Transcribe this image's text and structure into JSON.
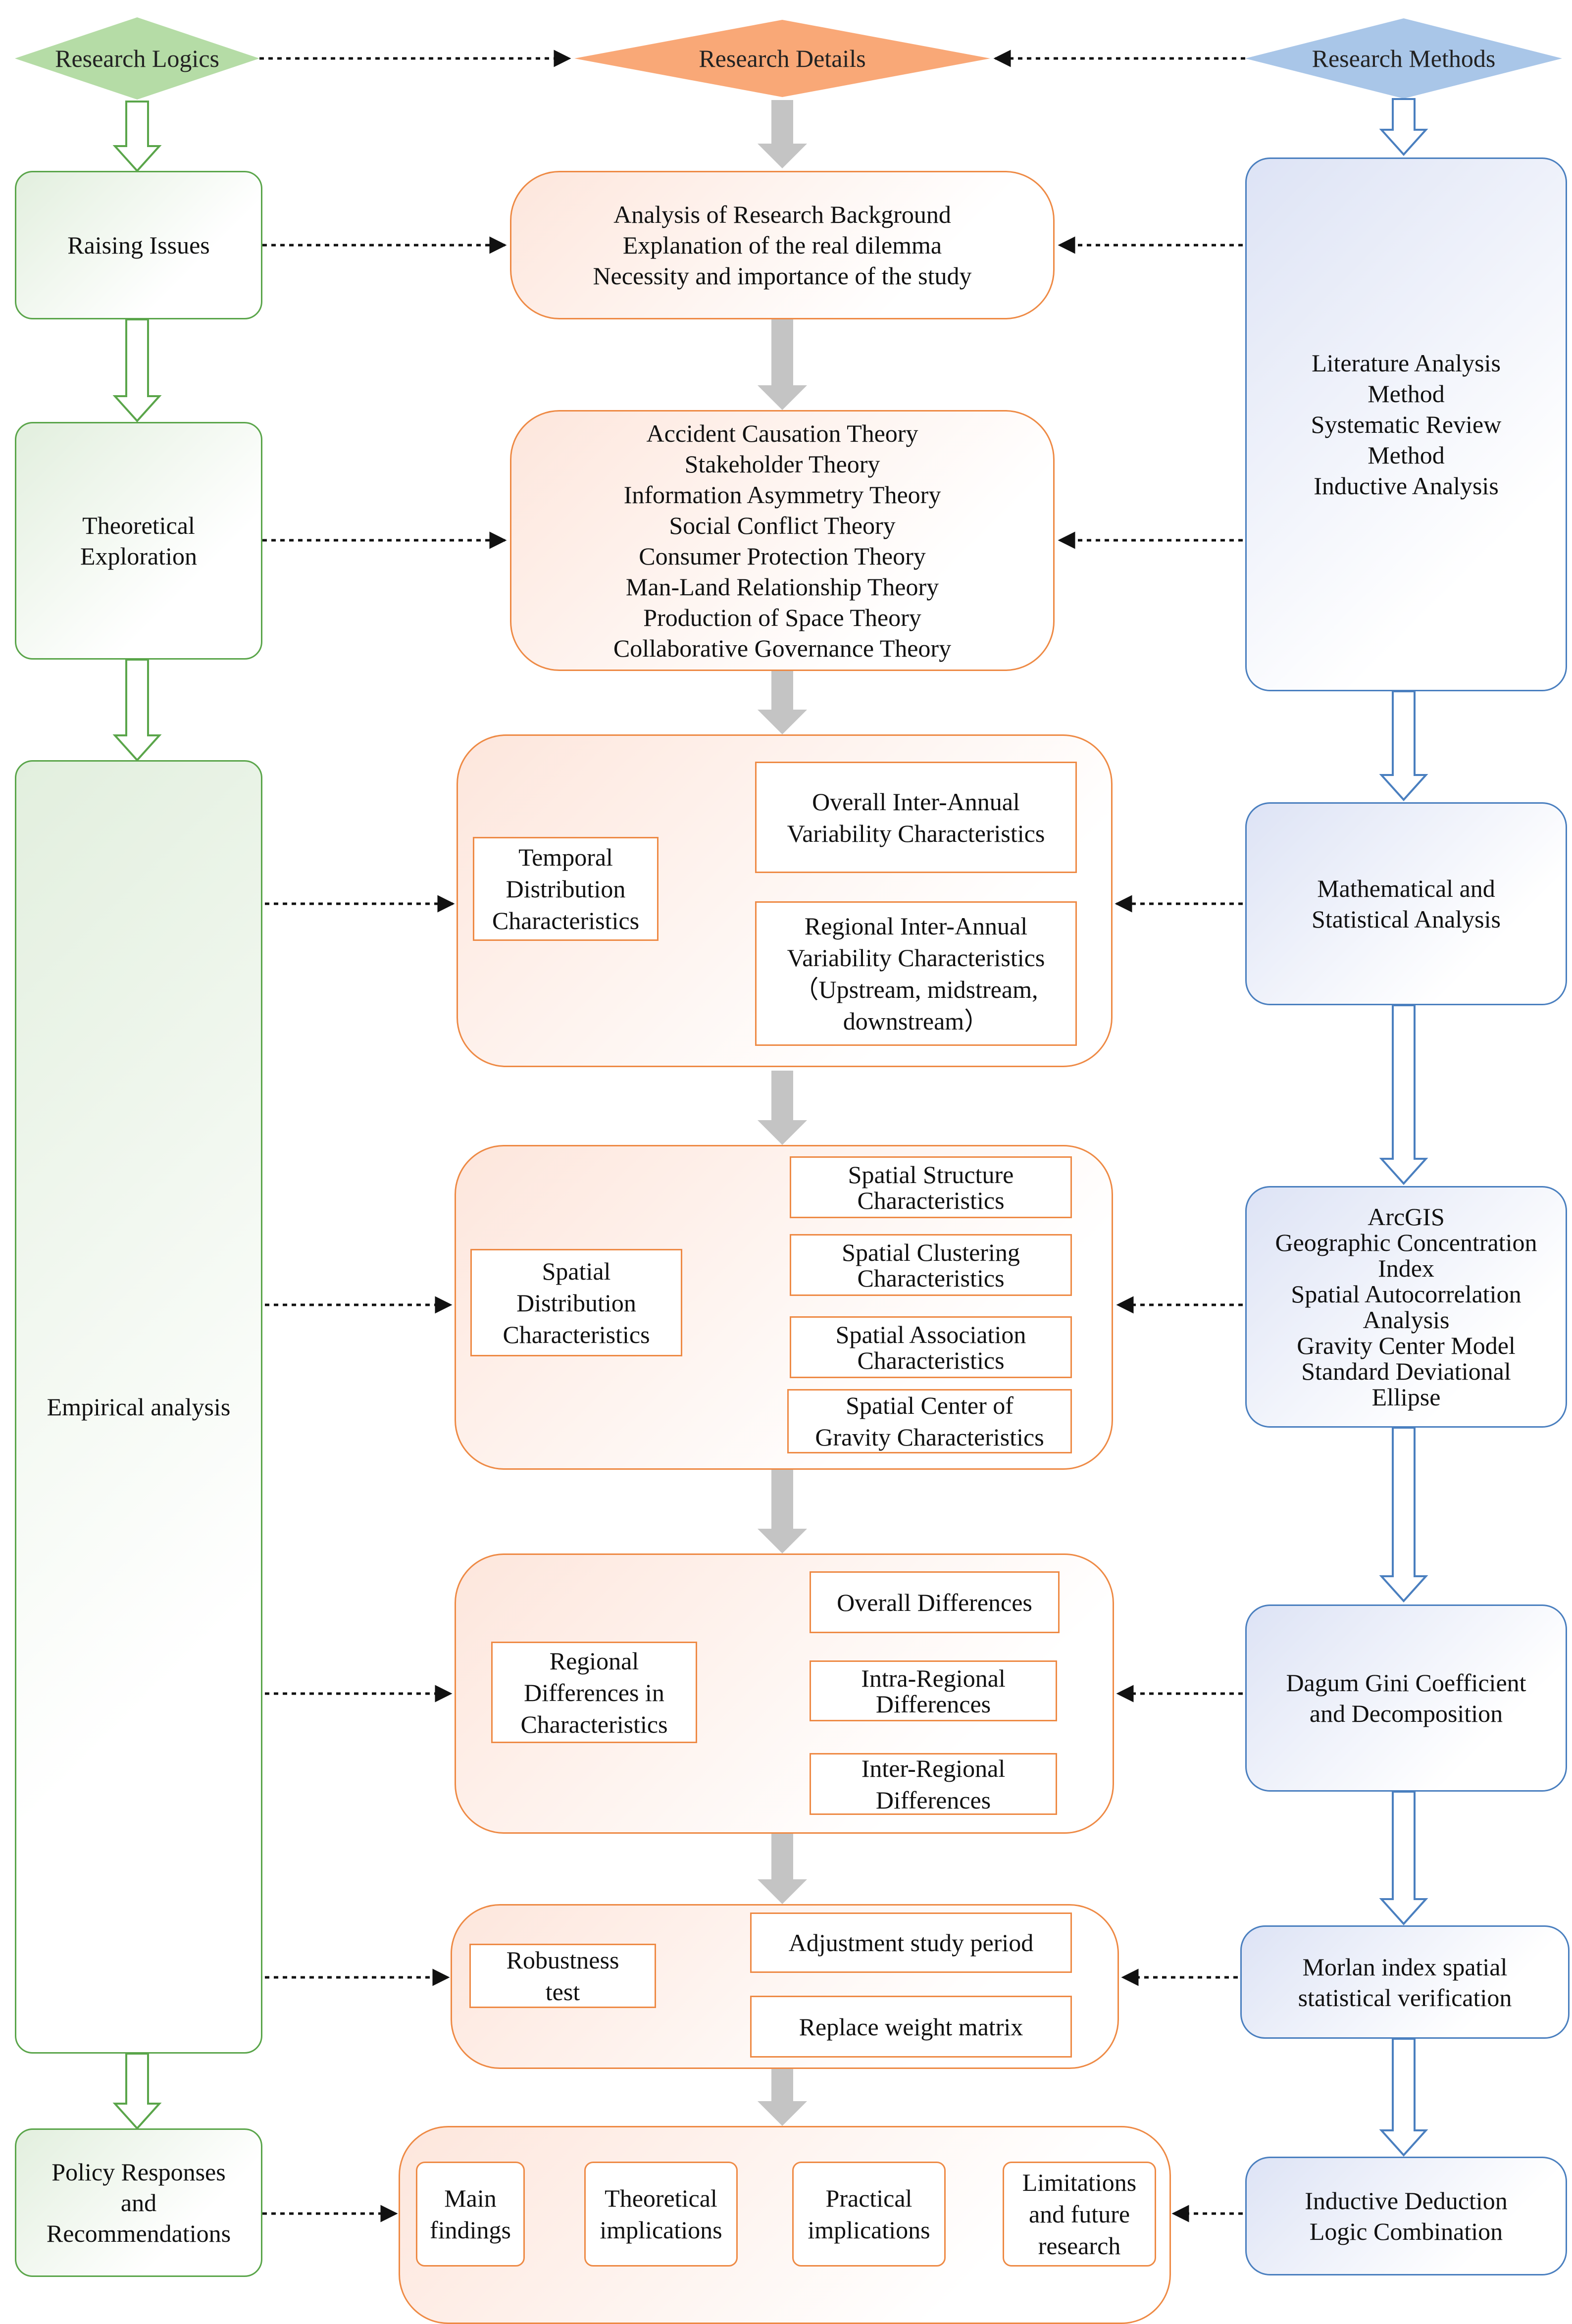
{
  "headers": {
    "logics": "Research Logics",
    "details": "Research Details",
    "methods": "Research Methods"
  },
  "logics": {
    "raising": "Raising Issues",
    "theoretical": [
      "Theoretical",
      "Exploration"
    ],
    "empirical": "Empirical analysis",
    "policy": [
      "Policy Responses",
      "and",
      "Recommendations"
    ]
  },
  "details": {
    "background": [
      "Analysis of Research Background",
      "Explanation of the real dilemma",
      "Necessity and importance of the study"
    ],
    "theories": [
      "Accident Causation Theory",
      "Stakeholder Theory",
      "Information Asymmetry Theory",
      "Social Conflict Theory",
      "Consumer Protection Theory",
      "Man-Land Relationship Theory",
      "Production of Space Theory",
      "Collaborative Governance Theory"
    ],
    "temporal": {
      "label": [
        "Temporal",
        "Distribution",
        "Characteristics"
      ],
      "overall": [
        "Overall Inter-Annual",
        "Variability Characteristics"
      ],
      "regional": [
        "Regional Inter-Annual",
        "Variability Characteristics",
        "（Upstream, midstream,",
        "downstream）"
      ]
    },
    "spatial": {
      "label": [
        "Spatial",
        "Distribution",
        "Characteristics"
      ],
      "structure": [
        "Spatial Structure",
        "Characteristics"
      ],
      "clustering": [
        "Spatial Clustering",
        "Characteristics"
      ],
      "association": [
        "Spatial Association",
        "Characteristics"
      ],
      "gravity": [
        "Spatial Center of",
        "Gravity Characteristics"
      ]
    },
    "regional": {
      "label": [
        "Regional",
        "Differences in",
        "Characteristics"
      ],
      "overall": [
        "Overall Differences"
      ],
      "intra": [
        "Intra-Regional",
        "Differences"
      ],
      "inter": [
        "Inter-Regional",
        "Differences"
      ]
    },
    "robustness": {
      "label": [
        "Robustness",
        "test"
      ],
      "adjust": [
        "Adjustment study period"
      ],
      "replace": [
        "Replace weight matrix"
      ]
    },
    "conclusion": {
      "main": [
        "Main",
        "findings"
      ],
      "theoretical": [
        "Theoretical",
        "implications"
      ],
      "practical": [
        "Practical",
        "implications"
      ],
      "limitations": [
        "Limitations",
        "and future",
        "research"
      ]
    }
  },
  "methods": {
    "literature": [
      "Literature Analysis",
      "Method",
      "Systematic Review",
      "Method",
      "Inductive Analysis"
    ],
    "math": [
      "Mathematical and",
      "Statistical Analysis"
    ],
    "arcgis": [
      "ArcGIS",
      "Geographic Concentration",
      "Index",
      "Spatial Autocorrelation",
      "Analysis",
      "Gravity Center Model",
      "Standard Deviational",
      "Ellipse"
    ],
    "dagum": [
      "Dagum Gini Coefficient",
      "and Decomposition"
    ],
    "morlan": [
      "Morlan index spatial",
      "statistical verification"
    ],
    "inductive": [
      "Inductive Deduction",
      "Logic Combination"
    ]
  },
  "colors": {
    "green": "#5aa54a",
    "green_fill": "#b5dca6",
    "orange": "#ee8a45",
    "orange_fill": "#f9a877",
    "blue": "#4a7fbf",
    "blue_fill": "#a9c6e8",
    "gray_arrow": "#c4c4c4"
  }
}
